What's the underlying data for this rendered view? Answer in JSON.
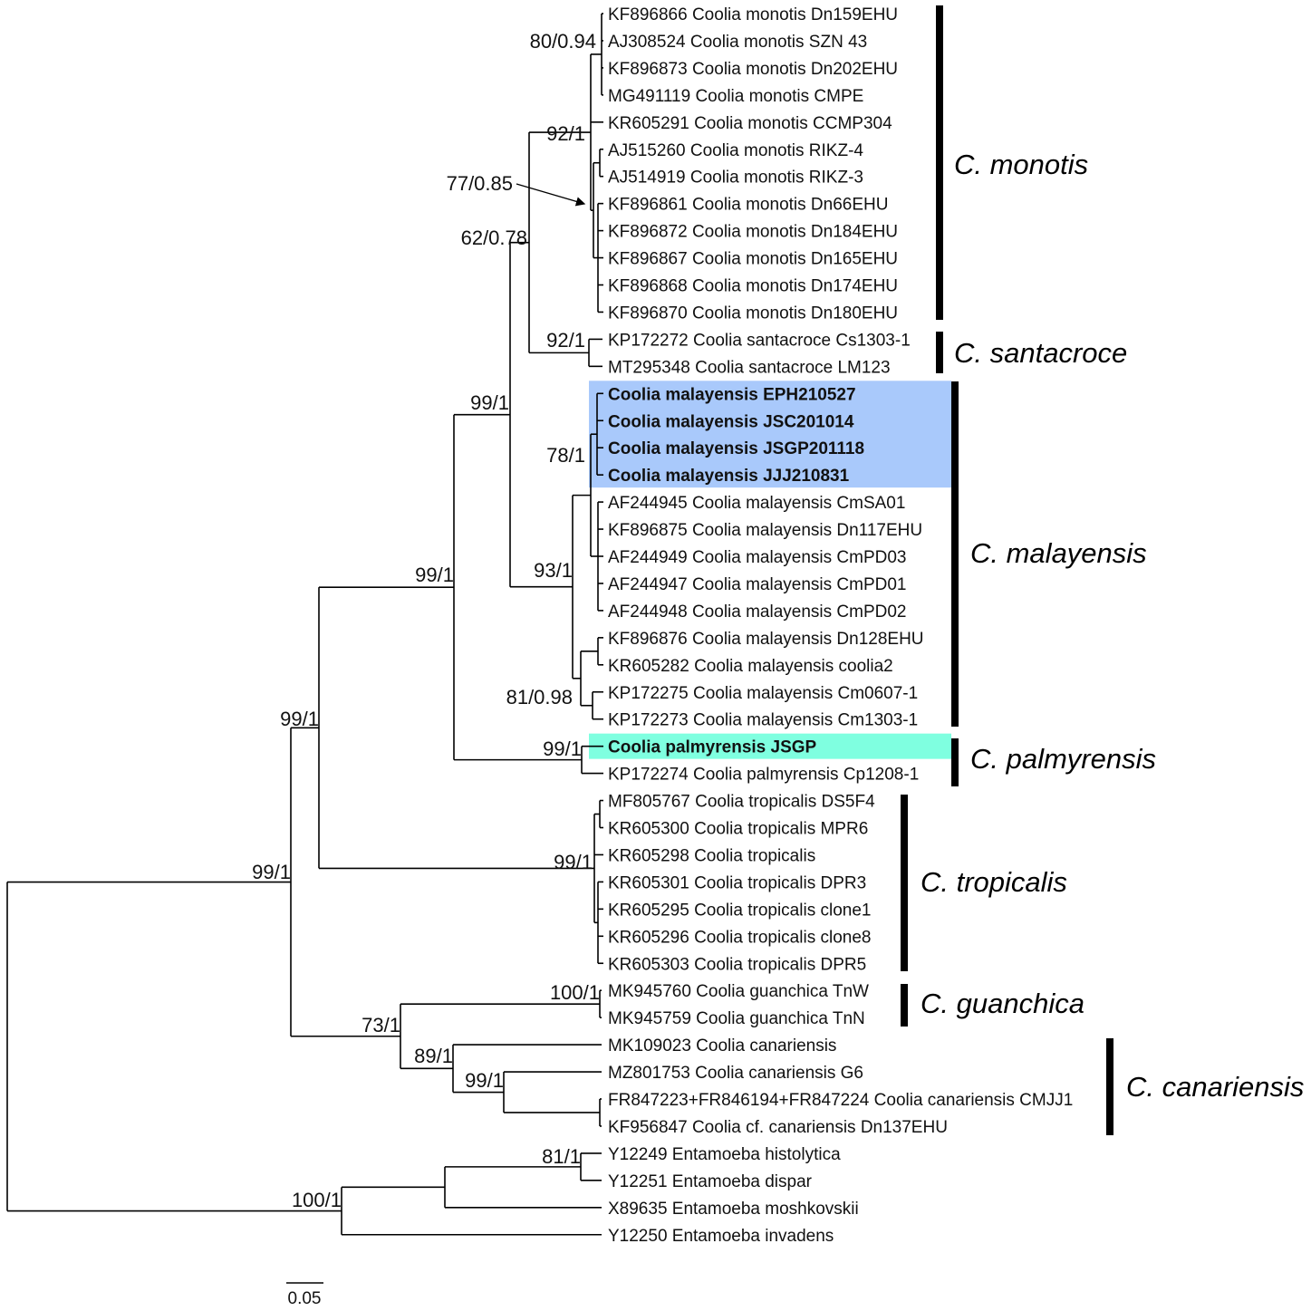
{
  "taxa": [
    {
      "id": "t1",
      "label": "KF896866 Coolia monotis Dn159EHU",
      "bold": false
    },
    {
      "id": "t2",
      "label": "AJ308524 Coolia monotis SZN 43",
      "bold": false
    },
    {
      "id": "t3",
      "label": "KF896873 Coolia monotis Dn202EHU",
      "bold": false
    },
    {
      "id": "t4",
      "label": "MG491119 Coolia monotis CMPE",
      "bold": false
    },
    {
      "id": "t5",
      "label": "KR605291 Coolia monotis CCMP304",
      "bold": false
    },
    {
      "id": "t6",
      "label": "AJ515260 Coolia monotis RIKZ-4",
      "bold": false
    },
    {
      "id": "t7",
      "label": "AJ514919 Coolia monotis RIKZ-3",
      "bold": false
    },
    {
      "id": "t8",
      "label": "KF896861 Coolia monotis Dn66EHU",
      "bold": false
    },
    {
      "id": "t9",
      "label": "KF896872 Coolia monotis Dn184EHU",
      "bold": false
    },
    {
      "id": "t10",
      "label": "KF896867 Coolia monotis Dn165EHU",
      "bold": false
    },
    {
      "id": "t11",
      "label": "KF896868 Coolia monotis Dn174EHU",
      "bold": false
    },
    {
      "id": "t12",
      "label": "KF896870 Coolia monotis Dn180EHU",
      "bold": false
    },
    {
      "id": "t13",
      "label": "KP172272 Coolia santacroce Cs1303-1",
      "bold": false
    },
    {
      "id": "t14",
      "label": "MT295348 Coolia santacroce LM123",
      "bold": false
    },
    {
      "id": "t15",
      "label": "Coolia malayensis EPH210527",
      "bold": true
    },
    {
      "id": "t16",
      "label": "Coolia malayensis JSC201014",
      "bold": true
    },
    {
      "id": "t17",
      "label": "Coolia malayensis JSGP201118",
      "bold": true
    },
    {
      "id": "t18",
      "label": "Coolia malayensis JJJ210831",
      "bold": true
    },
    {
      "id": "t19",
      "label": "AF244945 Coolia malayensis CmSA01",
      "bold": false
    },
    {
      "id": "t20",
      "label": "KF896875 Coolia malayensis Dn117EHU",
      "bold": false
    },
    {
      "id": "t21",
      "label": "AF244949 Coolia malayensis CmPD03",
      "bold": false
    },
    {
      "id": "t22",
      "label": "AF244947 Coolia malayensis CmPD01",
      "bold": false
    },
    {
      "id": "t23",
      "label": "AF244948 Coolia malayensis CmPD02",
      "bold": false
    },
    {
      "id": "t24",
      "label": "KF896876 Coolia malayensis Dn128EHU",
      "bold": false
    },
    {
      "id": "t25",
      "label": "KR605282 Coolia malayensis coolia2",
      "bold": false
    },
    {
      "id": "t26",
      "label": "KP172275 Coolia malayensis Cm0607-1",
      "bold": false
    },
    {
      "id": "t27",
      "label": "KP172273 Coolia malayensis Cm1303-1",
      "bold": false
    },
    {
      "id": "t28",
      "label": "Coolia palmyrensis JSGP",
      "bold": true
    },
    {
      "id": "t29",
      "label": "KP172274 Coolia palmyrensis Cp1208-1",
      "bold": false
    },
    {
      "id": "t30",
      "label": "MF805767 Coolia tropicalis DS5F4",
      "bold": false
    },
    {
      "id": "t31",
      "label": "KR605300 Coolia tropicalis MPR6",
      "bold": false
    },
    {
      "id": "t32",
      "label": "KR605298 Coolia tropicalis",
      "bold": false
    },
    {
      "id": "t33",
      "label": "KR605301 Coolia tropicalis DPR3",
      "bold": false
    },
    {
      "id": "t34",
      "label": "KR605295 Coolia tropicalis clone1",
      "bold": false
    },
    {
      "id": "t35",
      "label": "KR605296 Coolia tropicalis clone8",
      "bold": false
    },
    {
      "id": "t36",
      "label": "KR605303 Coolia tropicalis DPR5",
      "bold": false
    },
    {
      "id": "t37",
      "label": "MK945760 Coolia guanchica TnW",
      "bold": false
    },
    {
      "id": "t38",
      "label": "MK945759 Coolia guanchica TnN",
      "bold": false
    },
    {
      "id": "t39",
      "label": "MK109023 Coolia canariensis",
      "bold": false
    },
    {
      "id": "t40",
      "label": "MZ801753 Coolia canariensis G6",
      "bold": false
    },
    {
      "id": "t41",
      "label": "FR847223+FR846194+FR847224 Coolia canariensis CMJJ1",
      "bold": false
    },
    {
      "id": "t42",
      "label": "KF956847 Coolia cf. canariensis Dn137EHU",
      "bold": false
    },
    {
      "id": "t43",
      "label": "Y12249 Entamoeba histolytica",
      "bold": false
    },
    {
      "id": "t44",
      "label": "Y12251 Entamoeba dispar",
      "bold": false
    },
    {
      "id": "t45",
      "label": "X89635 Entamoeba moshkovskii",
      "bold": false
    },
    {
      "id": "t46",
      "label": "Y12250 Entamoeba invadens",
      "bold": false
    }
  ],
  "support_values": [
    {
      "id": "s_monotis_sub",
      "label": "80/0.94"
    },
    {
      "id": "s_monotis",
      "label": "92/1"
    },
    {
      "id": "s_monotis_inner",
      "label": "77/0.85"
    },
    {
      "id": "s_monotis_santa",
      "label": "62/0.78"
    },
    {
      "id": "s_santacroce",
      "label": "92/1"
    },
    {
      "id": "s_mono_malay",
      "label": "99/1"
    },
    {
      "id": "s_malay_new",
      "label": "78/1"
    },
    {
      "id": "s_malay",
      "label": "93/1"
    },
    {
      "id": "s_malay_sub",
      "label": "81/0.98"
    },
    {
      "id": "s_palmyrensis",
      "label": "99/1"
    },
    {
      "id": "s_with_palmy",
      "label": "99/1"
    },
    {
      "id": "s_with_tropic",
      "label": "99/1"
    },
    {
      "id": "s_tropicalis",
      "label": "99/1"
    },
    {
      "id": "s_coolia",
      "label": "99/1"
    },
    {
      "id": "s_guanchica",
      "label": "100/1"
    },
    {
      "id": "s_guan_canar",
      "label": "73/1"
    },
    {
      "id": "s_canar",
      "label": "89/1"
    },
    {
      "id": "s_canar_sub",
      "label": "99/1"
    },
    {
      "id": "s_ent_sub",
      "label": "81/1"
    },
    {
      "id": "s_entamoeba",
      "label": "100/1"
    }
  ],
  "clades": [
    {
      "id": "monotis",
      "label": "C. monotis"
    },
    {
      "id": "santacroce",
      "label": "C. santacroce"
    },
    {
      "id": "malayensis",
      "label": "C. malayensis"
    },
    {
      "id": "palmyrensis",
      "label": "C. palmyrensis"
    },
    {
      "id": "tropicalis",
      "label": "C. tropicalis"
    },
    {
      "id": "guanchica",
      "label": "C. guanchica"
    },
    {
      "id": "canariensis",
      "label": "C. canariensis"
    }
  ],
  "highlights": [
    {
      "id": "new_malayensis",
      "color": "#a9c9fb"
    },
    {
      "id": "new_palmyrensis",
      "color": "#7fffe0"
    }
  ],
  "scale_bar": {
    "label": "0.05"
  }
}
